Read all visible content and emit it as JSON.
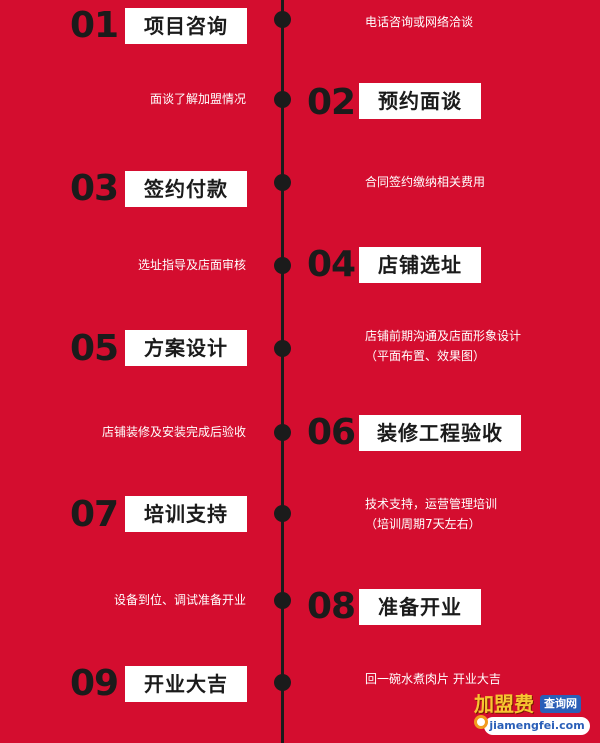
{
  "steps": [
    {
      "num": "01",
      "title": "项目咨询",
      "desc": [
        "电话咨询或网络洽谈"
      ]
    },
    {
      "num": "02",
      "title": "预约面谈",
      "desc": [
        "面谈了解加盟情况"
      ]
    },
    {
      "num": "03",
      "title": "签约付款",
      "desc": [
        "合同签约缴纳相关费用"
      ]
    },
    {
      "num": "04",
      "title": "店铺选址",
      "desc": [
        "选址指导及店面审核"
      ]
    },
    {
      "num": "05",
      "title": "方案设计",
      "desc": [
        "店铺前期沟通及店面形象设计",
        "（平面布置、效果图）"
      ]
    },
    {
      "num": "06",
      "title": "装修工程验收",
      "desc": [
        "店铺装修及安装完成后验收"
      ]
    },
    {
      "num": "07",
      "title": "培训支持",
      "desc": [
        "技术支持，运营管理培训",
        "（培训周期7天左右）"
      ]
    },
    {
      "num": "08",
      "title": "准备开业",
      "desc": [
        "设备到位、调试准备开业"
      ]
    },
    {
      "num": "09",
      "title": "开业大吉",
      "desc": [
        "回一碗水煮肉片 开业大吉"
      ]
    }
  ],
  "watermark": {
    "brand": "加盟费",
    "badge": "查询网",
    "url": "jiamengfei.com"
  },
  "colors": {
    "background": "#d40d2f",
    "line": "#1b1b1b",
    "box": "#ffffff"
  }
}
